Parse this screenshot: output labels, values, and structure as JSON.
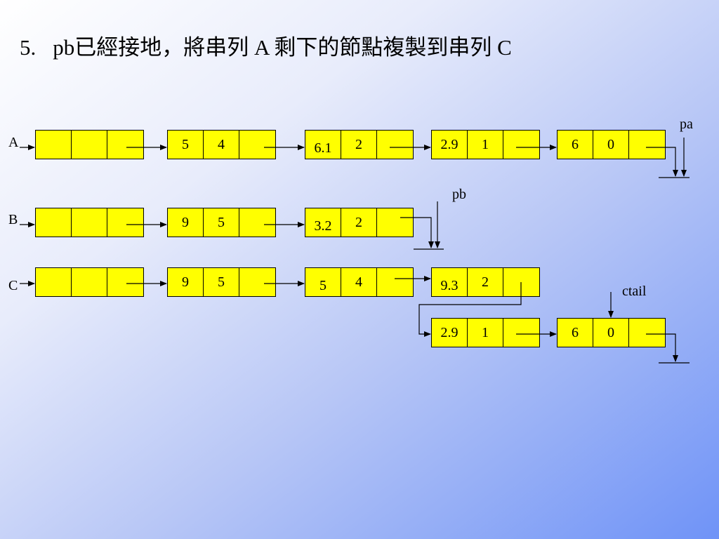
{
  "title": {
    "number": "5.",
    "text": "pb已經接地，將串列 A 剩下的節點複製到串列 C"
  },
  "lists": {
    "A": {
      "label": "A",
      "nodes": [
        {
          "coef": "",
          "exp": ""
        },
        {
          "coef": "5",
          "exp": "4"
        },
        {
          "coef": "6.1",
          "exp": "2"
        },
        {
          "coef": "2.9",
          "exp": "1"
        },
        {
          "coef": "6",
          "exp": "0"
        }
      ]
    },
    "B": {
      "label": "B",
      "nodes": [
        {
          "coef": "",
          "exp": ""
        },
        {
          "coef": "9",
          "exp": "5"
        },
        {
          "coef": "3.2",
          "exp": "2"
        }
      ]
    },
    "C": {
      "label": "C",
      "nodes": [
        {
          "coef": "",
          "exp": ""
        },
        {
          "coef": "9",
          "exp": "5"
        },
        {
          "coef": "5",
          "exp": "4"
        },
        {
          "coef": "9.3",
          "exp": "2"
        },
        {
          "coef": "2.9",
          "exp": "1"
        },
        {
          "coef": "6",
          "exp": "0"
        }
      ]
    }
  },
  "pointers": {
    "pa": "pa",
    "pb": "pb",
    "ctail": "ctail"
  },
  "colors": {
    "node_fill": "#ffff00",
    "line": "#000000"
  }
}
